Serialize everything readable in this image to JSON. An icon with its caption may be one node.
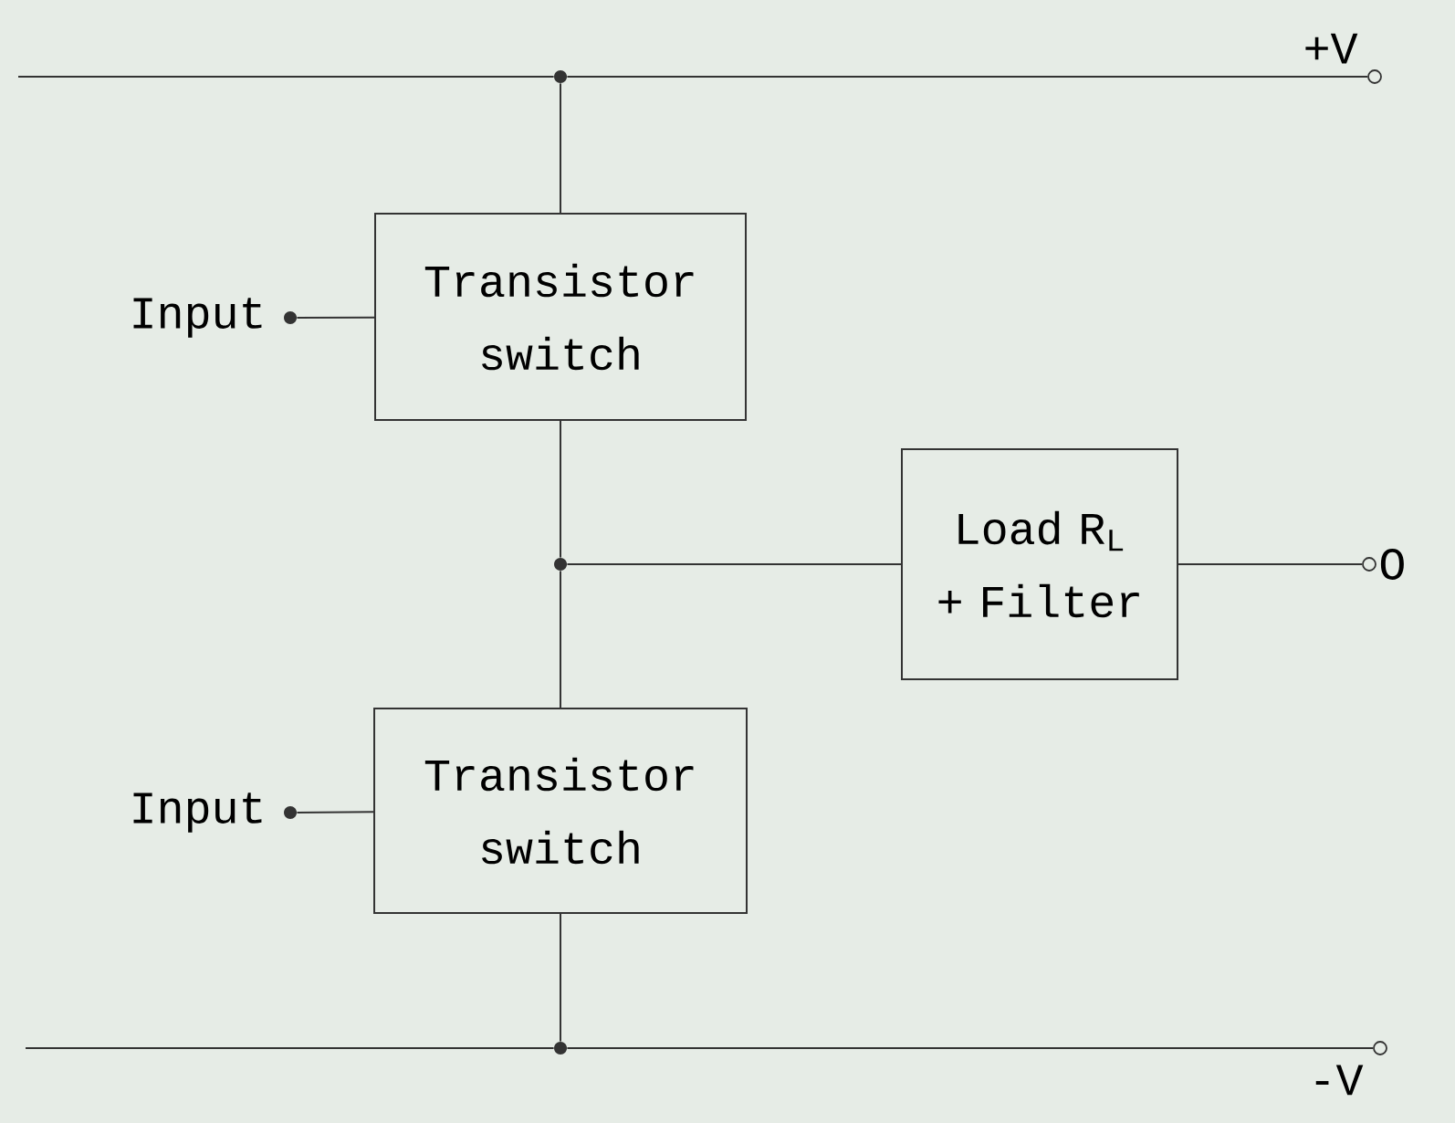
{
  "diagram": {
    "nodes": [
      {
        "text": [],
        "shape": "circle",
        "beside": [
          "+V"
        ]
      },
      {
        "text": [],
        "shape": "circle"
      },
      {
        "text": [
          "Transistor switch"
        ]
      },
      {
        "text": [],
        "shape": "circle",
        "beside": [
          "Input"
        ]
      },
      {
        "text": [],
        "shape": "circle"
      },
      {
        "text": [
          "Load R$_{L}$ + Filter"
        ]
      },
      {
        "text": [],
        "shape": "circle",
        "beside": [
          "O"
        ]
      },
      {
        "text": [
          "Transistor switch"
        ]
      },
      {
        "text": [],
        "shape": "circle",
        "beside": [
          "Input"
        ]
      },
      {
        "text": [],
        "shape": "circle"
      },
      {
        "text": [],
        "shape": "circle",
        "beside": [
          "-V"
        ]
      }
    ],
    "edges": [
      {
        "from": null,
        "to": 1,
        "arrow": "none"
      },
      {
        "from": 1,
        "to": 0,
        "arrow": "none"
      },
      {
        "from": 1,
        "to": 2,
        "arrow": "none"
      },
      {
        "from": 3,
        "to": 2,
        "arrow": "none"
      },
      {
        "from": 2,
        "to": 4,
        "arrow": "none"
      },
      {
        "from": 4,
        "to": 5,
        "arrow": "none"
      },
      {
        "from": 5,
        "to": 6,
        "arrow": "none"
      },
      {
        "from": 4,
        "to": 7,
        "arrow": "none"
      },
      {
        "from": 8,
        "to": 7,
        "arrow": "none"
      },
      {
        "from": 7,
        "to": 9,
        "arrow": "none"
      },
      {
        "from": null,
        "to": 9,
        "arrow": "none"
      },
      {
        "from": 9,
        "to": 10,
        "arrow": "none"
      }
    ]
  }
}
